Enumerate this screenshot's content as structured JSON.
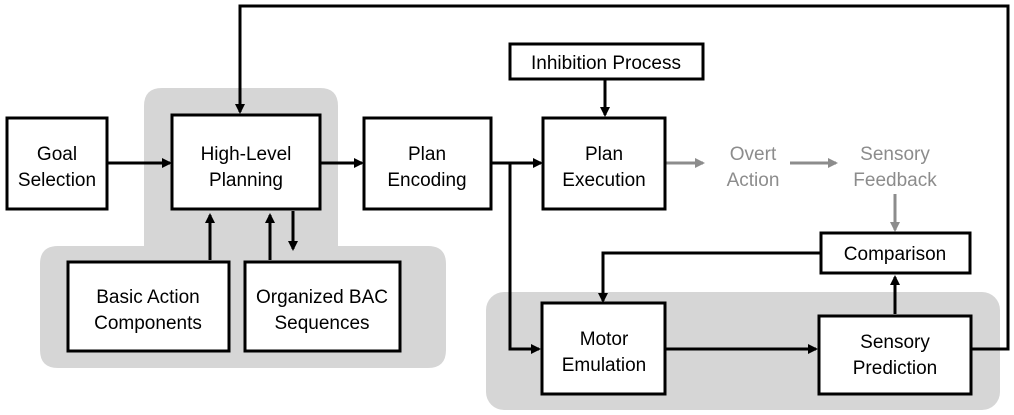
{
  "nodes": {
    "goal_selection": [
      "Goal",
      "Selection"
    ],
    "high_level_planning": [
      "High-Level",
      "Planning"
    ],
    "plan_encoding": [
      "Plan",
      "Encoding"
    ],
    "inhibition_process": [
      "Inhibition Process"
    ],
    "plan_execution": [
      "Plan",
      "Execution"
    ],
    "overt_action": [
      "Overt",
      "Action"
    ],
    "sensory_feedback": [
      "Sensory",
      "Feedback"
    ],
    "comparison": [
      "Comparison"
    ],
    "basic_action_components": [
      "Basic Action",
      "Components"
    ],
    "organized_bac_sequences": [
      "Organized BAC",
      "Sequences"
    ],
    "motor_emulation": [
      "Motor",
      "Emulation"
    ],
    "sensory_prediction": [
      "Sensory",
      "Prediction"
    ]
  },
  "colors": {
    "box_stroke": "#000000",
    "region_fill": "#d6d6d6",
    "muted_text": "#8c8c8c"
  }
}
